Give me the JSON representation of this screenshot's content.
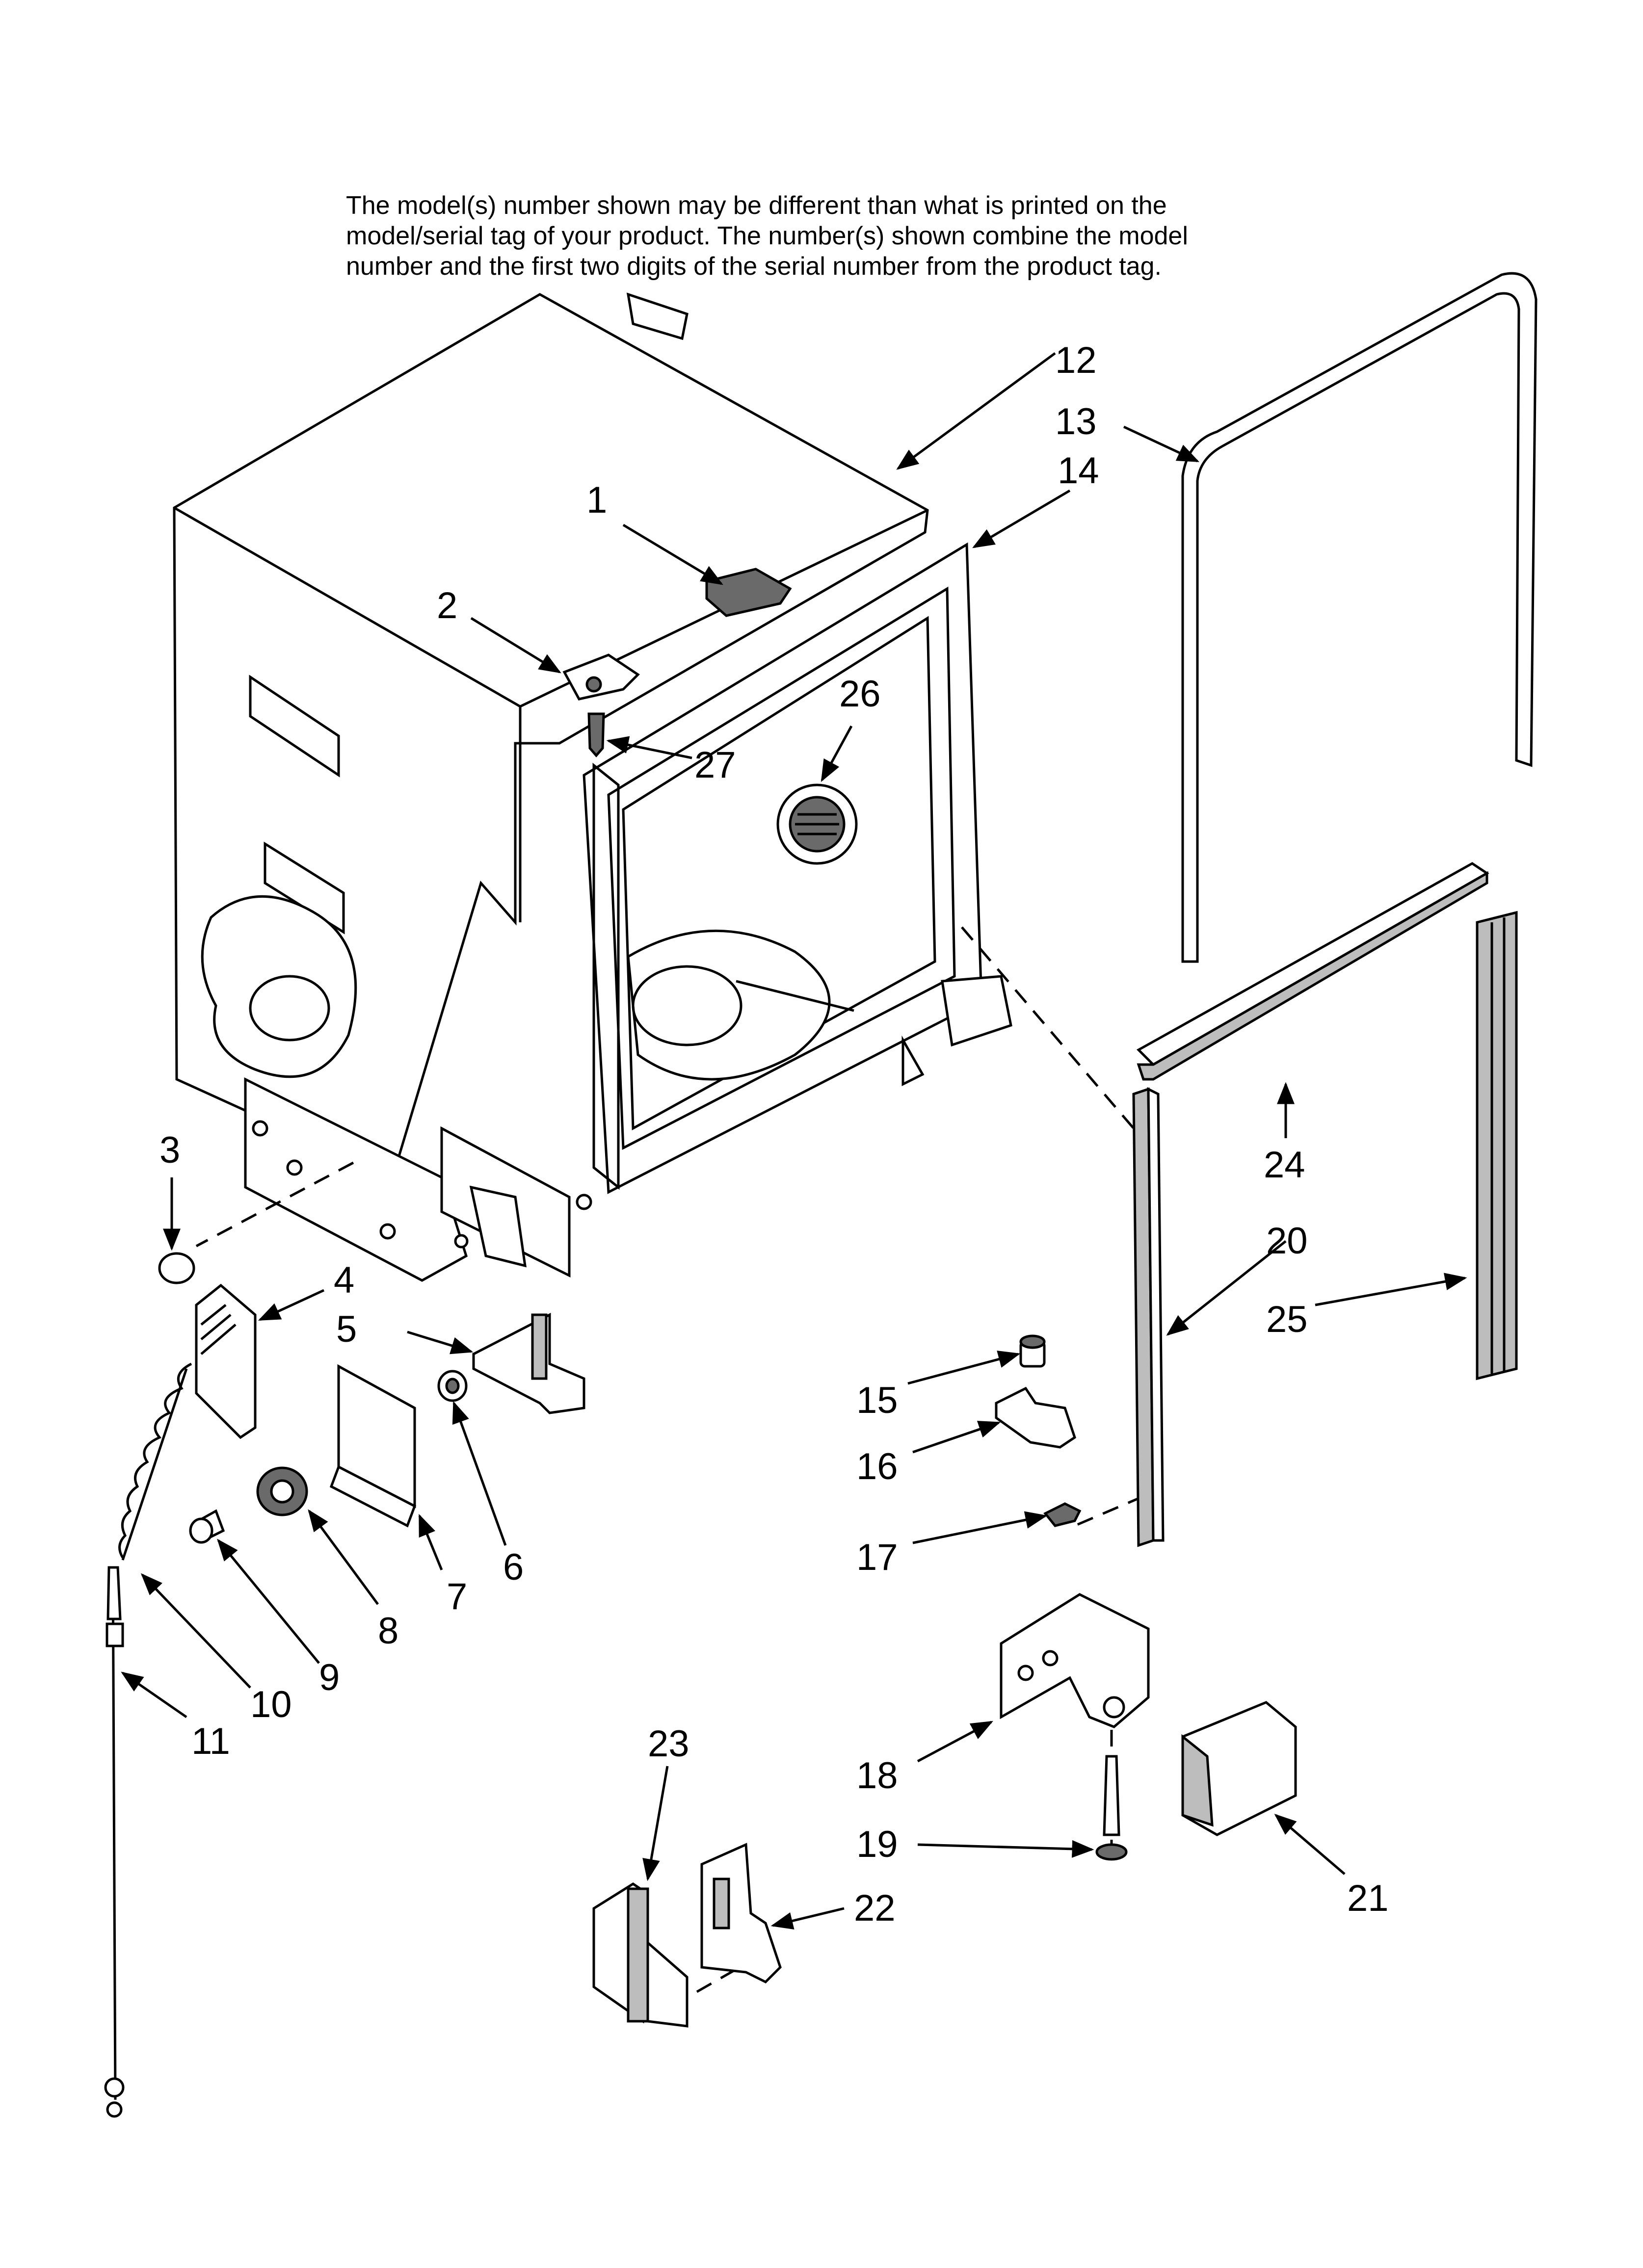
{
  "note": {
    "lines": [
      "The model(s) number shown may be different than what is printed on the",
      "model/serial tag of your product. The number(s) shown combine the model",
      "number and the first two digits of the serial number from the product tag."
    ]
  },
  "callouts": [
    {
      "id": "1",
      "label": "1"
    },
    {
      "id": "2",
      "label": "2"
    },
    {
      "id": "3",
      "label": "3"
    },
    {
      "id": "4",
      "label": "4"
    },
    {
      "id": "5",
      "label": "5"
    },
    {
      "id": "6",
      "label": "6"
    },
    {
      "id": "7",
      "label": "7"
    },
    {
      "id": "8",
      "label": "8"
    },
    {
      "id": "9",
      "label": "9"
    },
    {
      "id": "10",
      "label": "10"
    },
    {
      "id": "11",
      "label": "11"
    },
    {
      "id": "12",
      "label": "12"
    },
    {
      "id": "13",
      "label": "13"
    },
    {
      "id": "14",
      "label": "14"
    },
    {
      "id": "15",
      "label": "15"
    },
    {
      "id": "16",
      "label": "16"
    },
    {
      "id": "17",
      "label": "17"
    },
    {
      "id": "18",
      "label": "18"
    },
    {
      "id": "19",
      "label": "19"
    },
    {
      "id": "20",
      "label": "20"
    },
    {
      "id": "21",
      "label": "21"
    },
    {
      "id": "22",
      "label": "22"
    },
    {
      "id": "23",
      "label": "23"
    },
    {
      "id": "24",
      "label": "24"
    },
    {
      "id": "25",
      "label": "25"
    },
    {
      "id": "26",
      "label": "26"
    },
    {
      "id": "27",
      "label": "27"
    }
  ]
}
